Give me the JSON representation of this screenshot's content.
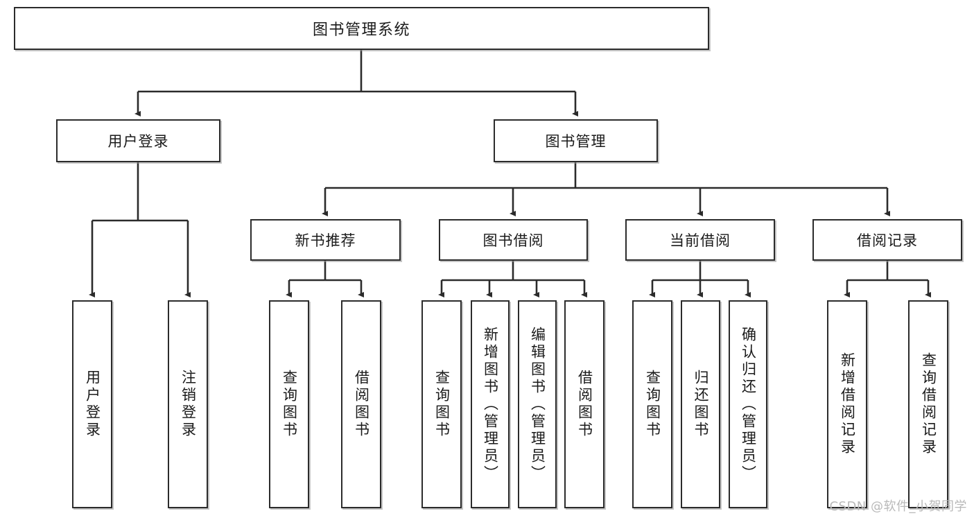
{
  "diagram": {
    "title": "图书管理系统",
    "type": "tree",
    "watermark": "CSDN @软件_小贺同学",
    "colors": {
      "box_border": "#2b2b2b",
      "box_fill": "#ffffff",
      "connector": "#2b2b2b",
      "background": "#ffffff",
      "watermark": "#b9b9b9"
    }
  },
  "nodes": {
    "root": {
      "label": "图书管理系统"
    },
    "level2": [
      {
        "label": "用户登录"
      },
      {
        "label": "图书管理"
      }
    ],
    "level3": [
      {
        "label": "新书推荐"
      },
      {
        "label": "图书借阅"
      },
      {
        "label": "当前借阅"
      },
      {
        "label": "借阅记录"
      }
    ],
    "leaves": {
      "user_login": [
        {
          "label": "用户登录"
        },
        {
          "label": "注销登录"
        }
      ],
      "new_book": [
        {
          "label": "查询图书"
        },
        {
          "label": "借阅图书"
        }
      ],
      "book_borrow": [
        {
          "label": "查询图书"
        },
        {
          "label": "新增图书（管理员）"
        },
        {
          "label": "编辑图书（管理员）"
        },
        {
          "label": "借阅图书"
        }
      ],
      "current_borrow": [
        {
          "label": "查询图书"
        },
        {
          "label": "归还图书"
        },
        {
          "label": "确认归还（管理员）"
        }
      ],
      "borrow_record": [
        {
          "label": "新增借阅记录"
        },
        {
          "label": "查询借阅记录"
        }
      ]
    }
  }
}
